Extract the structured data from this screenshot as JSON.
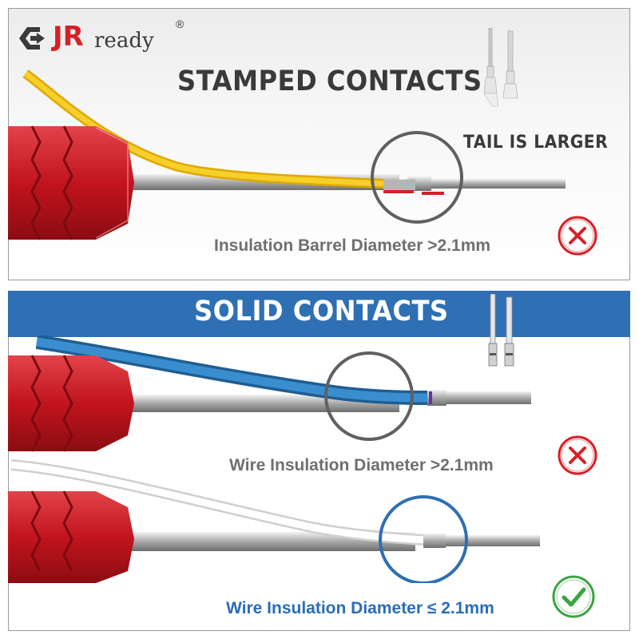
{
  "brand": {
    "logo_text_jr": "JR",
    "logo_text_ready": "ready",
    "registered_mark": "®",
    "colors": {
      "brand_red": "#d42027",
      "dark": "#3a3a3a"
    }
  },
  "stamped_section": {
    "title": "STAMPED CONTACTS",
    "callout": "TAIL IS LARGER",
    "caption": "Insulation Barrel Diameter >2.1mm",
    "status_icon": "x-circle-icon",
    "wire_color": "#f2c21b",
    "highlight_color": "#d42027"
  },
  "solid_section": {
    "title": "SOLID CONTACTS",
    "banner_color": "#2f6fb3",
    "examples": [
      {
        "caption": "Wire Insulation Diameter >2.1mm",
        "status_icon": "x-circle-icon",
        "wire_color": "#2f7db8",
        "caption_color": "#6f6f6f"
      },
      {
        "caption": "Wire Insulation Diameter ≤ 2.1mm",
        "status_icon": "check-circle-icon",
        "wire_color": "#f5f5f5",
        "caption_color": "#2a6db5"
      }
    ]
  },
  "status_colors": {
    "fail": "#d42027",
    "pass": "#3aa542"
  }
}
